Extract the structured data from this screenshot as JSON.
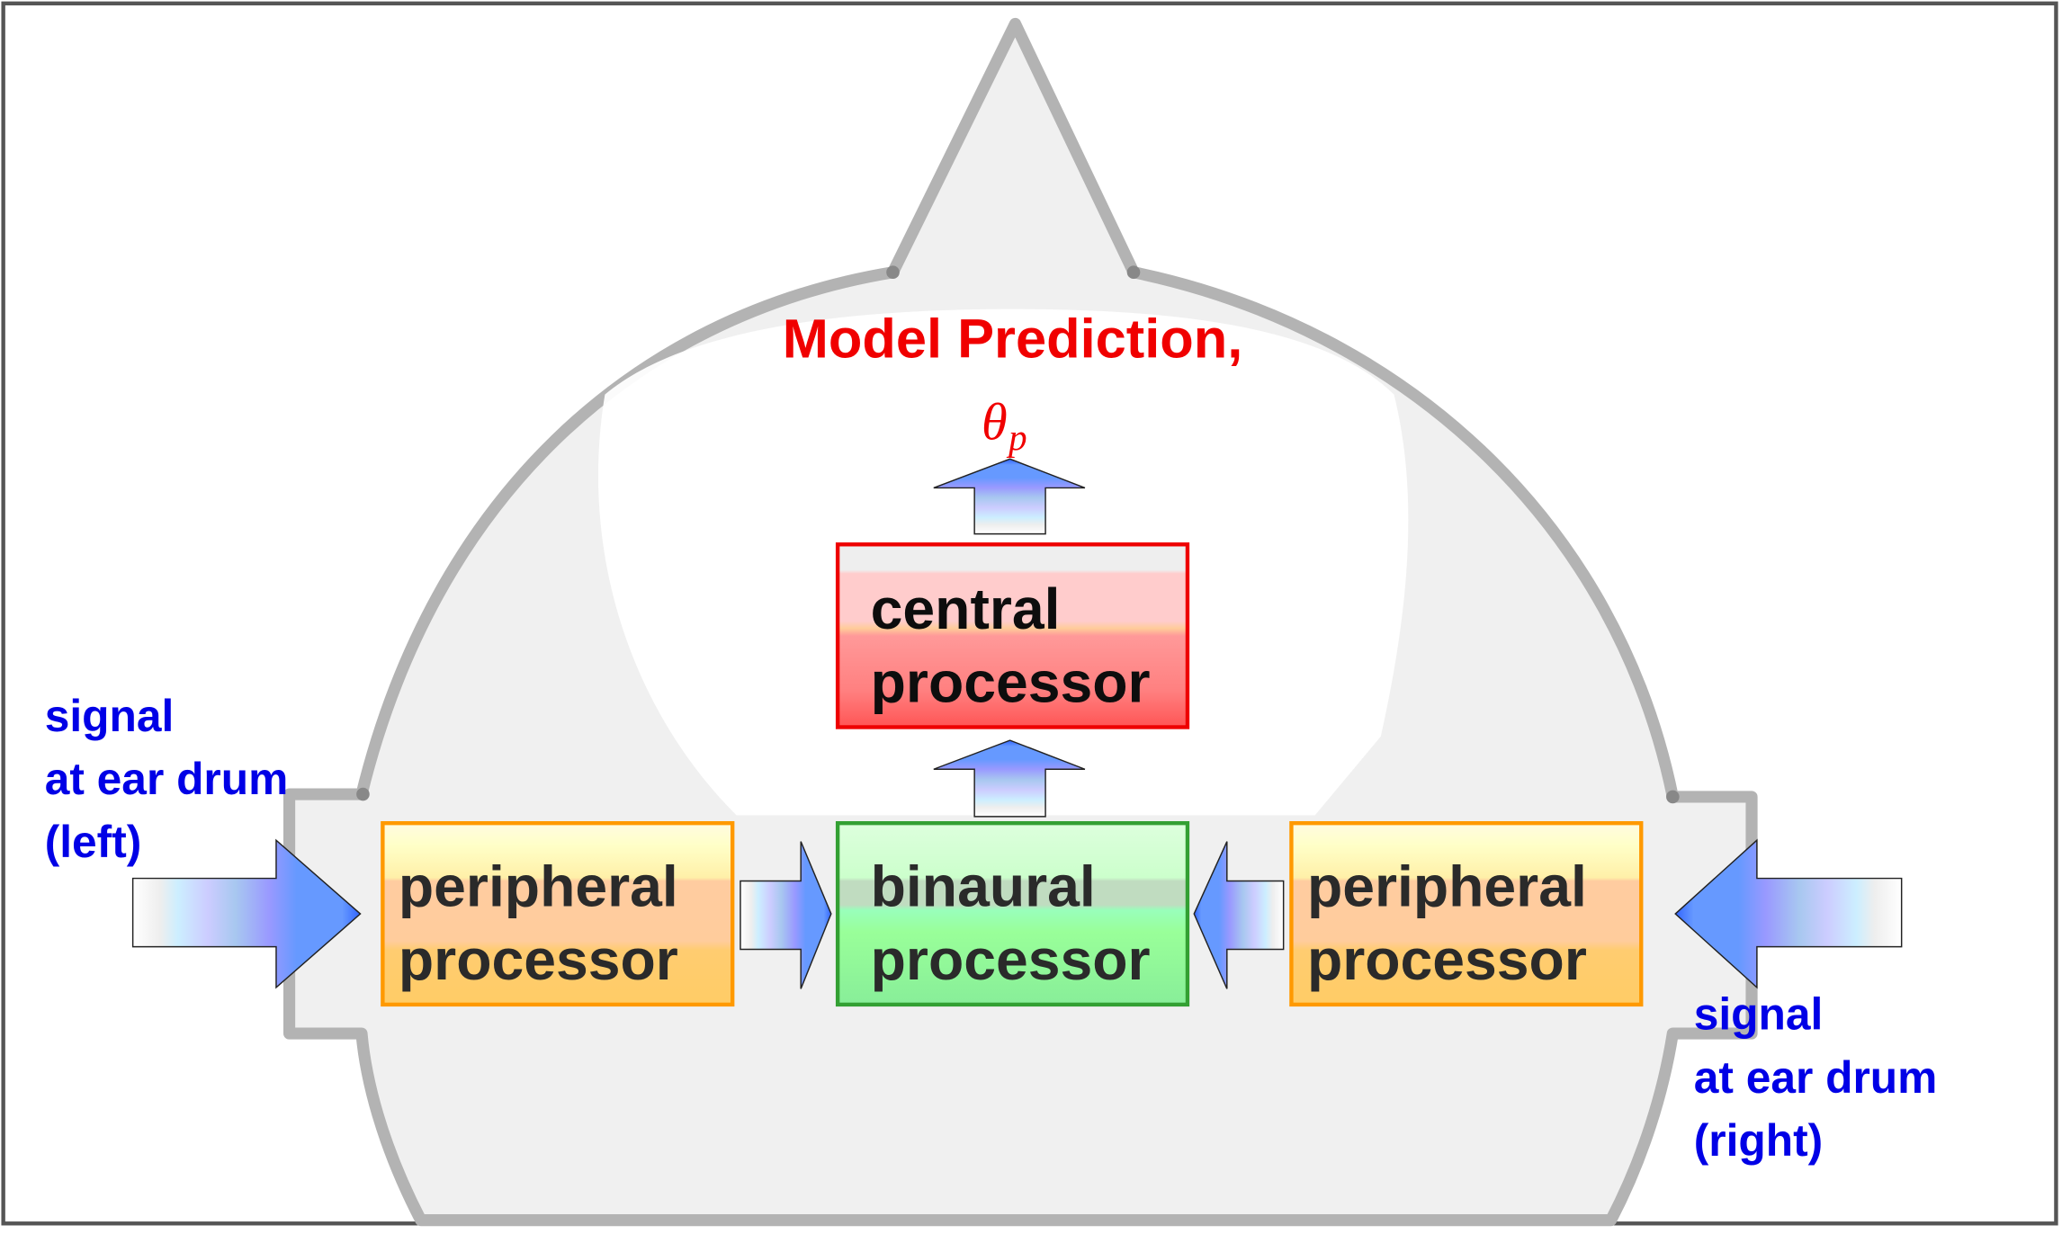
{
  "diagram": {
    "title": "Model Prediction,",
    "output_symbol": "θ",
    "output_subscript": "p",
    "blocks": {
      "peripheral_left": {
        "line1": "peripheral",
        "line2": "processor"
      },
      "binaural": {
        "line1": "binaural",
        "line2": "processor"
      },
      "central": {
        "line1": "central",
        "line2": "processor"
      },
      "peripheral_right": {
        "line1": "peripheral",
        "line2": "processor"
      }
    },
    "inputs": {
      "left": {
        "line1": "signal",
        "line2": "at ear drum",
        "line3": "(left)"
      },
      "right": {
        "line1": "signal",
        "line2": "at ear drum",
        "line3": "(right)"
      }
    },
    "colors": {
      "title": "#f00000",
      "input_labels": "#0000e6",
      "peripheral_border": "#ff9900",
      "binaural_border": "#33a033",
      "central_border": "#ee0000",
      "head_outline": "#b3b3b3",
      "head_fill": "#f0f0f0",
      "arrow_blue": "#3366ff"
    }
  }
}
